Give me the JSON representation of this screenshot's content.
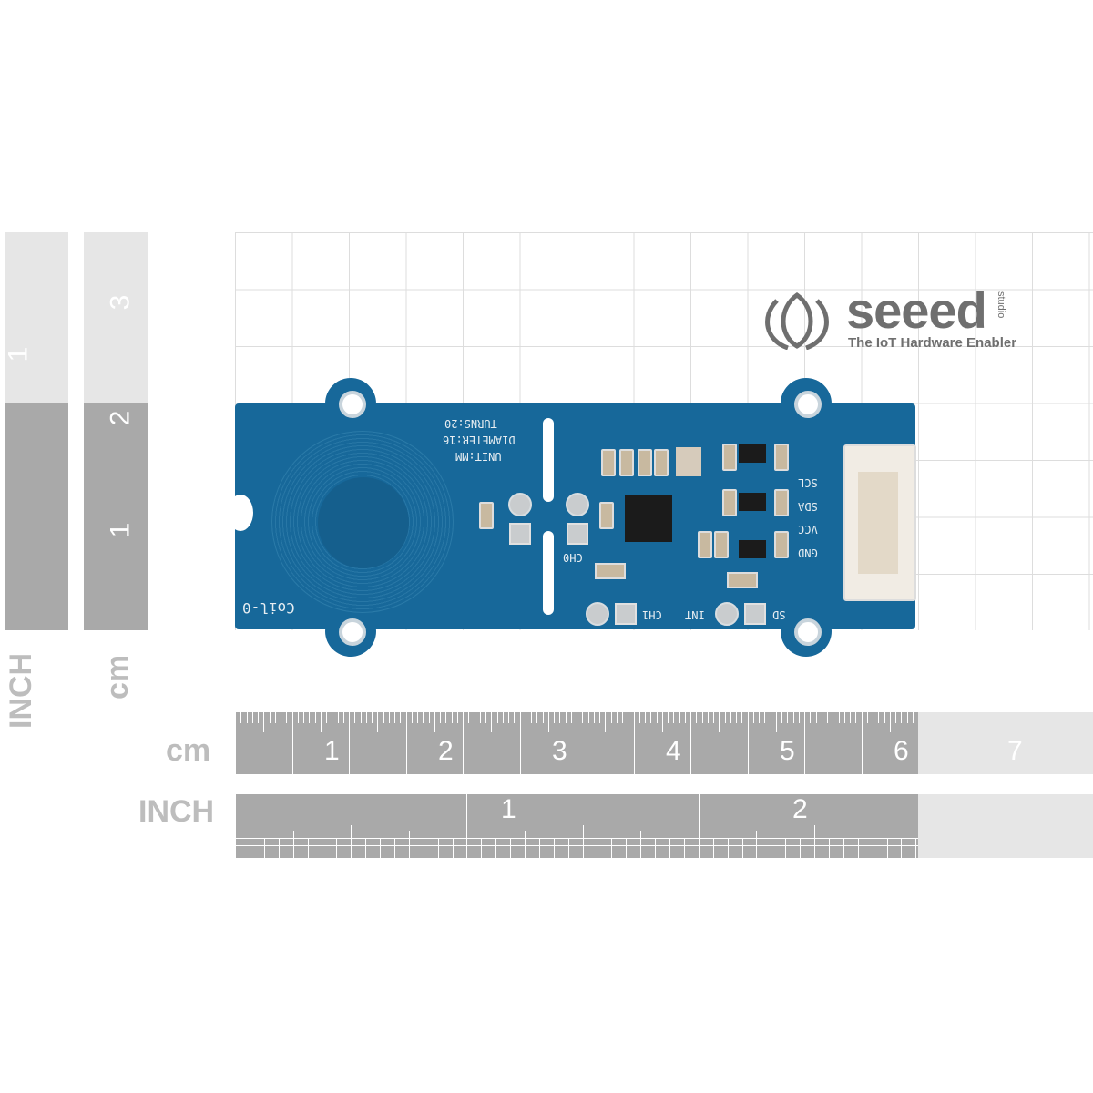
{
  "logo": {
    "brand": "seeed",
    "sub": "studio",
    "tagline": "The IoT Hardware Enabler"
  },
  "rulers": {
    "left_inch": {
      "unit": "INCH",
      "labels": [
        "1"
      ]
    },
    "left_cm": {
      "unit": "cm",
      "labels": [
        "3",
        "2",
        "1"
      ]
    },
    "bottom_cm": {
      "unit": "cm",
      "labels": [
        "1",
        "2",
        "3",
        "4",
        "5",
        "6",
        "7"
      ]
    },
    "bottom_inch": {
      "unit": "INCH",
      "labels": [
        "1",
        "2"
      ]
    }
  },
  "board": {
    "coil_label": "Coil-0",
    "spec": [
      "TURNS:20",
      "DIAMETER:16",
      "UNIT:MM"
    ],
    "pins": [
      "SCL",
      "SDA",
      "VCC",
      "GND"
    ],
    "ch0": "CH0",
    "ch1": "CH1",
    "int": "INT",
    "sd": "SD"
  },
  "colors": {
    "board": "#17689a",
    "ruler": "#a9a9a9"
  }
}
